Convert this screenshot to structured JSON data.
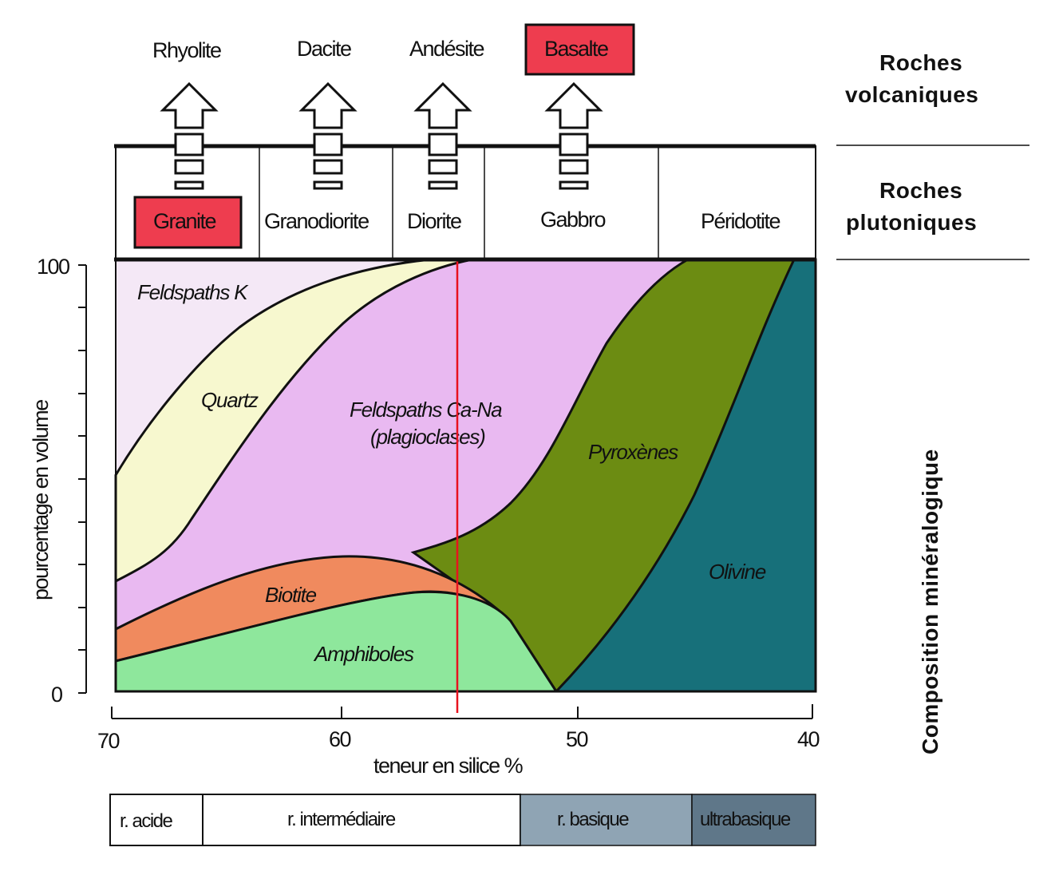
{
  "volcanic": {
    "heading_line1": "Roches",
    "heading_line2": "volcaniques",
    "rocks": [
      "Rhyolite",
      "Dacite",
      "Andésite",
      "Basalte"
    ]
  },
  "plutonic": {
    "heading_line1": "Roches",
    "heading_line2": "plutoniques",
    "rocks": [
      "Granite",
      "Granodiorite",
      "Diorite",
      "Gabbro",
      "Péridotite"
    ]
  },
  "highlight_color": "#ee3d4f",
  "side_label": "Composition minéralogique",
  "chart_data": {
    "type": "area",
    "xlabel": "teneur en silice %",
    "ylabel": "pourcentage en volume",
    "xlim": [
      70,
      40
    ],
    "ylim": [
      0,
      100
    ],
    "x_ticks": [
      "70",
      "60",
      "50",
      "40"
    ],
    "y_ticks": [
      "100",
      "0"
    ],
    "marker_line_x": 55,
    "minerals": [
      {
        "name": "Feldspaths K",
        "color": "#f4e8f6"
      },
      {
        "name": "Quartz",
        "color": "#f7f8cf"
      },
      {
        "name": "Feldspaths Ca-Na",
        "name2": "(plagioclases)",
        "color": "#e9b9f1"
      },
      {
        "name": "Pyroxènes",
        "color": "#6c8c12"
      },
      {
        "name": "Olivine",
        "color": "#17707a"
      },
      {
        "name": "Biotite",
        "color": "#f08a5e"
      },
      {
        "name": "Amphiboles",
        "color": "#8ee79c"
      }
    ]
  },
  "rock_types": [
    {
      "label": "r. acide",
      "color": "#ffffff"
    },
    {
      "label": "r. intermédiaire",
      "color": "#ffffff"
    },
    {
      "label": "r. basique",
      "color": "#8fa4b4"
    },
    {
      "label": "ultrabasique",
      "color": "#5f7789"
    }
  ]
}
